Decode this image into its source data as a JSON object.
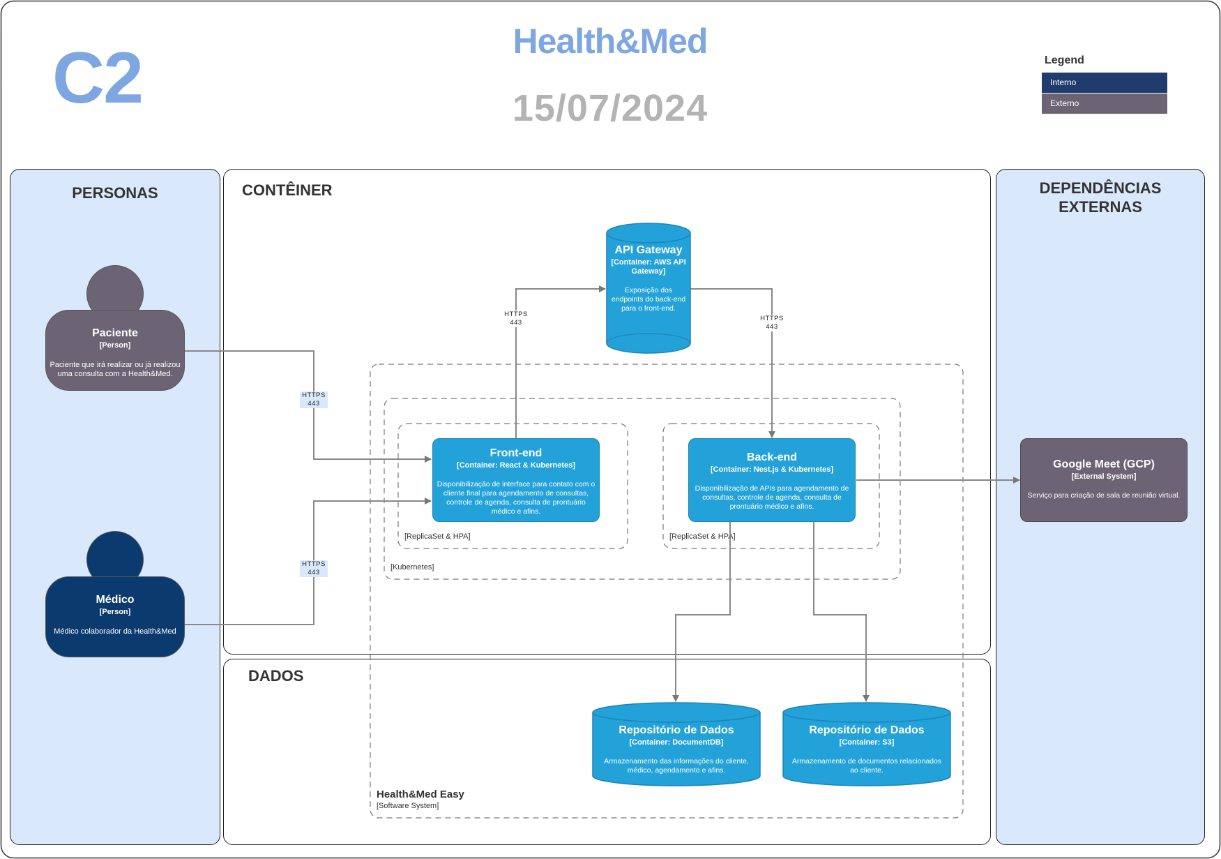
{
  "header": {
    "badge": "C2",
    "title": "Health&Med",
    "date": "15/07/2024"
  },
  "legend": {
    "title": "Legend",
    "items": [
      {
        "label": "Interno",
        "color": "#1f3c6d"
      },
      {
        "label": "Externo",
        "color": "#6c6474"
      }
    ]
  },
  "sections": {
    "personas": "PERSONAS",
    "container": "CONTÊINER",
    "dados": "DADOS",
    "externas_line1": "DEPENDÊNCIAS",
    "externas_line2": "EXTERNAS"
  },
  "persons": [
    {
      "name": "Paciente",
      "type": "[Person]",
      "description": "Paciente que irá realizar ou já realizou uma consulta com a Health&Med.",
      "color": "#6c6474"
    },
    {
      "name": "Médico",
      "type": "[Person]",
      "description": "Médico colaborador da Health&Med",
      "color": "#0b3a6f"
    }
  ],
  "containers": {
    "api_gateway": {
      "name": "API Gateway",
      "type": "[Container: AWS API Gateway]",
      "description": "Exposição dos endpoints do back-end para o front-end."
    },
    "frontend": {
      "name": "Front-end",
      "type": "[Container: React & Kubernetes]",
      "description": "Disponibilização de interface para contato com o cliente final para agendamento de consultas, controle de agenda, consulta de prontuário médico e afins."
    },
    "backend": {
      "name": "Back-end",
      "type": "[Container: Nest.js & Kubernetes]",
      "description": "Disponibilização de APIs para agendamento de consultas, controle de agenda, consulta de prontuário médico e afins."
    },
    "repo_documentdb": {
      "name": "Repositório de Dados",
      "type": "[Container: DocumentDB]",
      "description": "Armazenamento das informações do cliente, médico, agendamento e afins."
    },
    "repo_s3": {
      "name": "Repositório de Dados",
      "type": "[Container: S3]",
      "description": "Armazenamento de documentos relacionados ao cliente."
    }
  },
  "external": {
    "google_meet": {
      "name": "Google Meet (GCP)",
      "type": "[External System]",
      "description": "Serviço para criação de sala de reunião virtual."
    }
  },
  "boundaries": {
    "replicaset_front": "[ReplicaSet & HPA]",
    "replicaset_back": "[ReplicaSet & HPA]",
    "kubernetes": "[Kubernetes]",
    "system_name": "Health&Med Easy",
    "system_type": "[Software System]"
  },
  "connections": {
    "protocol": "HTTPS",
    "port": "443"
  },
  "colors": {
    "container_blue": "#23a2d9",
    "panel_blue": "#dae8fc",
    "accent": "#7ea6e0"
  }
}
